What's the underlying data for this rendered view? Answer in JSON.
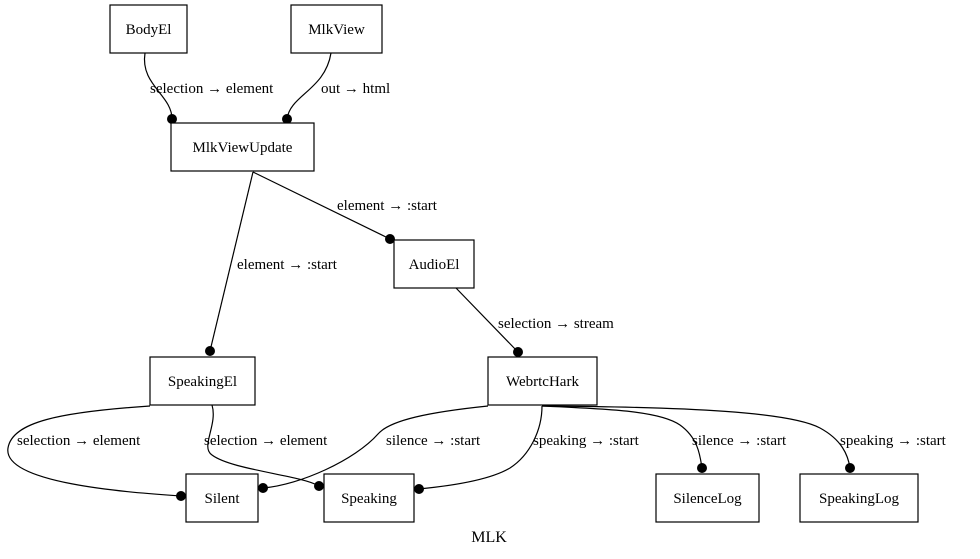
{
  "caption": "MLK",
  "nodes": {
    "body_el": "BodyEl",
    "mlk_view": "MlkView",
    "mlk_view_update": "MlkViewUpdate",
    "audio_el": "AudioEl",
    "speaking_el": "SpeakingEl",
    "webrtc_hark": "WebrtcHark",
    "silent": "Silent",
    "speaking": "Speaking",
    "silence_log": "SilenceLog",
    "speaking_log": "SpeakingLog"
  },
  "edges": {
    "body_to_update": "selection →  element",
    "view_to_update": "out →  html",
    "update_to_audio": "element →  :start",
    "update_to_speaking_el": "element →  :start",
    "audio_to_hark": "selection →  stream",
    "speaking_el_to_silent": "selection →  element",
    "speaking_el_to_speaking": "selection →  element",
    "hark_to_silent": "silence →  :start",
    "hark_to_speaking": "speaking →  :start",
    "hark_to_silence_log": "silence →  :start",
    "hark_to_speaking_log": "speaking →  :start"
  }
}
